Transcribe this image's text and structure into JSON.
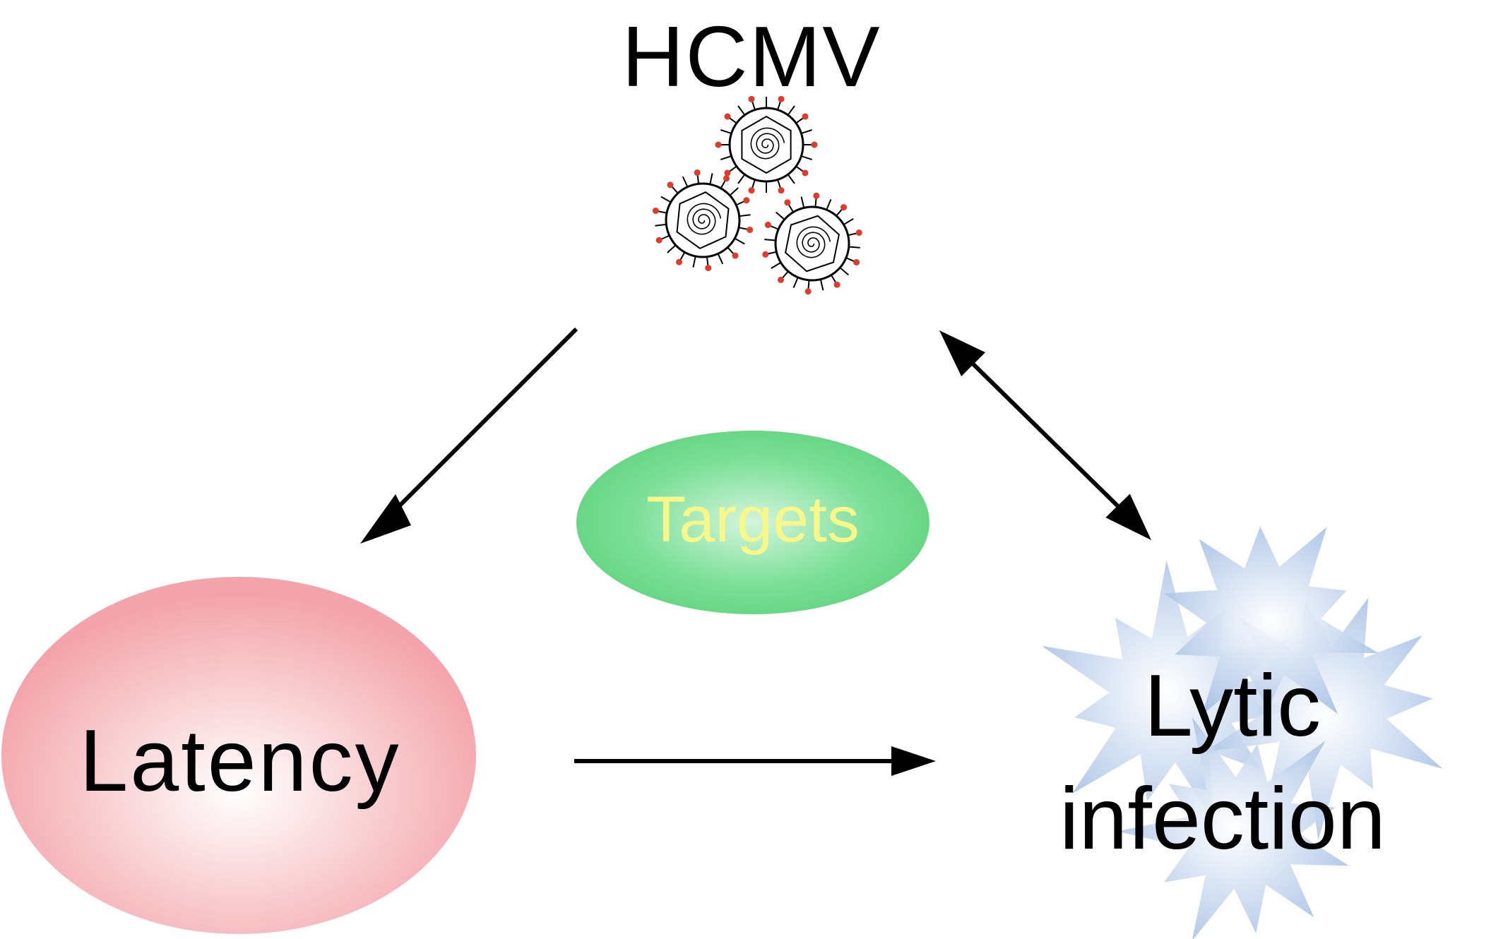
{
  "diagram": {
    "title": "HCMV",
    "nodes": {
      "latency": {
        "label": "Latency",
        "fill": "#f3a4aa"
      },
      "targets": {
        "label": "Targets",
        "fill": "#5cd07a",
        "text_color": "#f7f78a"
      },
      "lytic": {
        "label_line1": "Lytic",
        "label_line2": "infection",
        "fill": "#a9c3e6"
      }
    },
    "edges": [
      {
        "from": "HCMV",
        "to": "Latency",
        "direction": "forward"
      },
      {
        "from": "HCMV",
        "to": "Lytic infection",
        "direction": "both"
      },
      {
        "from": "Latency",
        "to": "Lytic infection",
        "direction": "forward"
      }
    ],
    "virus_particle_count": 3,
    "colors": {
      "spike_tip": "#e03a2a",
      "stroke": "#000000"
    }
  }
}
